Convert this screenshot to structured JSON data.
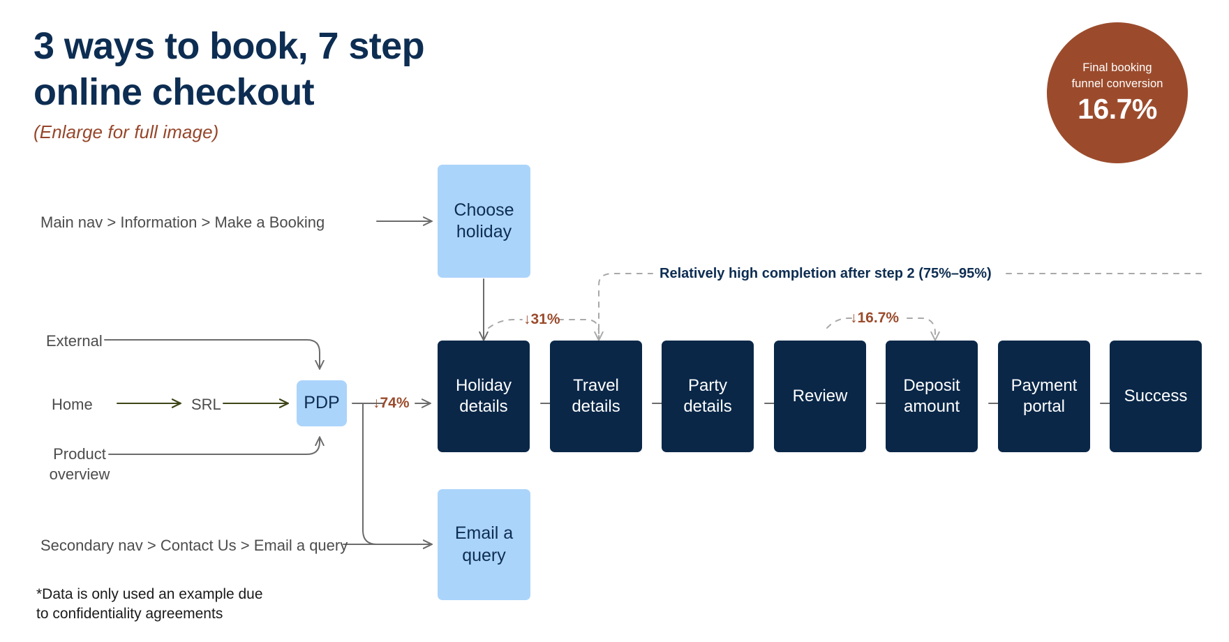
{
  "header": {
    "title": "3 ways to book, 7 step\nonline checkout",
    "subtitle": "(Enlarge for full image)"
  },
  "badge": {
    "caption": "Final booking\nfunnel conversion",
    "value": "16.7%",
    "color": "#9b4b2c"
  },
  "entry_paths": [
    {
      "id": "main-nav",
      "label": "Main nav > Information > Make a Booking"
    },
    {
      "id": "external",
      "label": "External"
    },
    {
      "id": "home",
      "label": "Home"
    },
    {
      "id": "srl",
      "label": "SRL"
    },
    {
      "id": "product-overview",
      "label": "Product\noverview"
    },
    {
      "id": "secondary-nav",
      "label": "Secondary nav > Contact Us > Email a query"
    }
  ],
  "entry_nodes": [
    {
      "id": "choose-holiday",
      "label": "Choose\nholiday"
    },
    {
      "id": "pdp",
      "label": "PDP"
    },
    {
      "id": "email-query",
      "label": "Email a\nquery"
    }
  ],
  "steps": [
    {
      "n": 1,
      "label": "Holiday\ndetails"
    },
    {
      "n": 2,
      "label": "Travel\ndetails"
    },
    {
      "n": 3,
      "label": "Party\ndetails"
    },
    {
      "n": 4,
      "label": "Review"
    },
    {
      "n": 5,
      "label": "Deposit\namount"
    },
    {
      "n": 6,
      "label": "Payment\nportal"
    },
    {
      "n": 7,
      "label": "Success"
    }
  ],
  "dropoffs": [
    {
      "id": "pdp-to-holiday",
      "label": "↓74%"
    },
    {
      "id": "choose-holiday-to-travel",
      "label": "↓31%"
    },
    {
      "id": "review-to-deposit",
      "label": "↓16.7%"
    }
  ],
  "annotations": {
    "completion": "Relatively high completion after step 2 (75%–95%)"
  },
  "footnote": "*Data is only used an example due\n  to confidentiality agreements",
  "colors": {
    "dark_navy": "#0a2748",
    "light_blue": "#abd4fb",
    "rust": "#9b4b2c",
    "arrow_gray": "#6b6b6b",
    "arrow_olive": "#3e4417",
    "text_gray": "#4c4c4c",
    "background": "#ffffff"
  }
}
